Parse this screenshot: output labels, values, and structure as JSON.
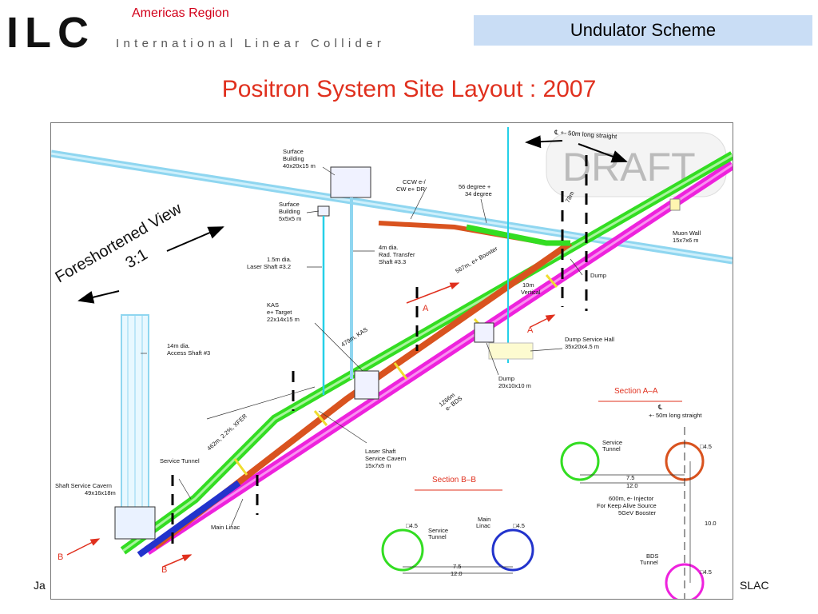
{
  "header": {
    "logo": "ILC",
    "logo_subtitle": "International Linear Collider",
    "region": "Americas Region",
    "section_title": "Undulator Scheme"
  },
  "slide": {
    "title": "Positron System Site Layout : 2007"
  },
  "footer": {
    "left": "Ja",
    "right": "SLAC"
  },
  "diagram": {
    "watermark": "DRAFT",
    "foreshortened_view": "Foreshortened View",
    "scale_ratio": "3:1",
    "centerline_note": "℄ +- 50m long straight",
    "labels": {
      "surface_building_large_1": "Surface",
      "surface_building_large_2": "Building",
      "surface_building_large_3": "40x20x15 m",
      "surface_building_small_1": "Surface",
      "surface_building_small_2": "Building",
      "surface_building_small_3": "5x5x5 m",
      "ccw_1": "CCW e-/",
      "ccw_2": "CW e+ DR",
      "deg_1": "56 degree +",
      "deg_2": "34 degree",
      "laser_shaft_1": "1.5m dia.",
      "laser_shaft_2": "Laser Shaft #3.2",
      "rad_shaft_1": "4m dia.",
      "rad_shaft_2": "Rad. Transfer",
      "rad_shaft_3": "Shaft #3.3",
      "booster": "567m, e+ Booster",
      "m78": "78m",
      "muon_1": "Muon Wall",
      "muon_2": "15x7x6 m",
      "dump": "Dump",
      "vert_1": "10m",
      "vert_2": "Vertical",
      "kas_1": "KAS",
      "kas_2": "e+ Target",
      "kas_3": "22x14x15 m",
      "access_1": "14m dia.",
      "access_2": "Access Shaft #3",
      "kas_len": "479m, KAS",
      "dump_hall_1": "Dump Service Hall",
      "dump_hall_2": "35x20x4.5 m",
      "dump2_1": "Dump",
      "dump2_2": "20x10x10 m",
      "bds_1": "1266m",
      "bds_2": "e- BDS",
      "xfer": "462m, 2.2%, XFER",
      "service_tunnel": "Service Tunnel",
      "cavern_1": "Shaft Service Cavern",
      "cavern_2": "49x16x18m",
      "main_linac": "Main Linac",
      "laser_cav_1": "Laser Shaft",
      "laser_cav_2": "Service Cavern",
      "laser_cav_3": "15x7x5 m",
      "sec_a": "A",
      "sec_b": "B",
      "section_aa": "Section A–A",
      "section_bb": "Section B–B",
      "aa_cl_1": "℄",
      "aa_cl_2": "+- 50m long straight",
      "aa_service_1": "Service",
      "aa_service_2": "Tunnel",
      "aa_dim_1": "7.5",
      "aa_dim_2": "12.0",
      "aa_diam": "□4.5",
      "aa_inj_1": "600m, e- Injector",
      "aa_inj_2": "For Keep Alive Source",
      "aa_inj_3": "5GeV Booster",
      "aa_vert": "10.0",
      "aa_bds_1": "BDS",
      "aa_bds_2": "Tunnel",
      "aa_diam2": "□4.5",
      "bb_diam_1": "□4.5",
      "bb_service_1": "Service",
      "bb_service_2": "Tunnel",
      "bb_linac_1": "Main",
      "bb_linac_2": "Linac",
      "bb_diam_2": "□4.5",
      "bb_dim_1": "7.5",
      "bb_dim_2": "12.0"
    }
  },
  "colors": {
    "red_text": "#e0301e",
    "header_bg": "#c9ddf5",
    "green_tunnel": "#33dd22",
    "magenta_tunnel": "#ee22dd",
    "orange_tunnel": "#d9531f",
    "cyan_tunnel": "#8fd6f0",
    "blue_tunnel": "#2233cc"
  }
}
